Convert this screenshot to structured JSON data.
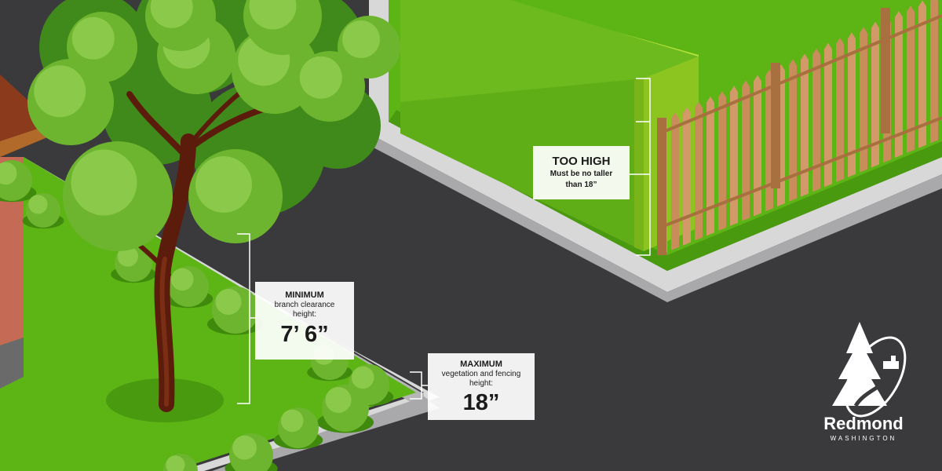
{
  "labels": {
    "too_high": {
      "title": "TOO HIGH",
      "line1": "Must be no taller",
      "line2": "than 18”"
    },
    "minimum": {
      "title": "MINIMUM",
      "line1": "branch clearance",
      "line2": "height:",
      "value": "7’ 6”"
    },
    "maximum": {
      "title": "MAXIMUM",
      "line1": "vegetation and fencing",
      "line2": "height:",
      "value": "18”"
    }
  },
  "logo": {
    "name": "Redmond",
    "sub": "WASHINGTON"
  },
  "colors": {
    "asphalt": "#3a3a3c",
    "lawn": "#5db515",
    "lawn_dark": "#4a9a10",
    "hedge_top": "#b5e23b",
    "hedge_front": "#8cc51f",
    "curb": "#d6d6d6",
    "fence": "#c98d5c",
    "tree_trunk": "#5b1c0c",
    "foliage": "#6db52e",
    "house_roof": "#8b3a1c",
    "house_wall": "#c46a55",
    "label_bg": "#ffffff"
  }
}
